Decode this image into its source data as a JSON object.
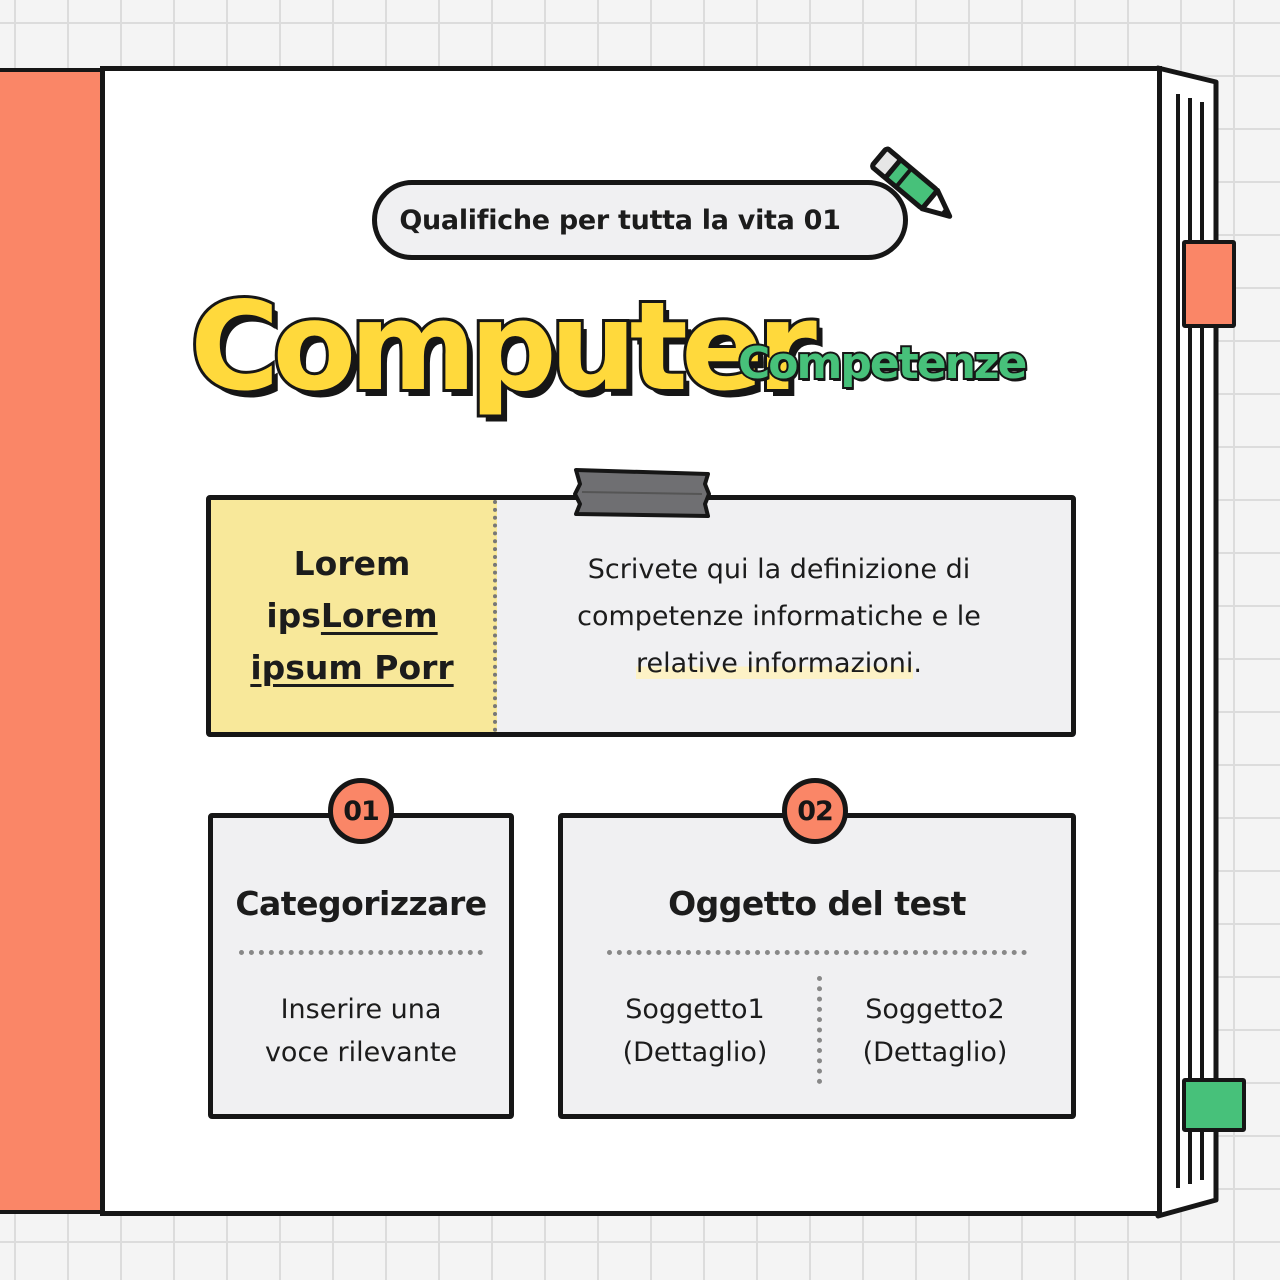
{
  "header": {
    "subtitle": "Qualifiche per tutta la vita 01",
    "title_main": "Computer",
    "title_sub": "Competenze"
  },
  "definition": {
    "term_line1": "Lorem",
    "term_line2_a": "ips",
    "term_line2_b": "Lorem",
    "term_line3": "ipsum Porr",
    "text_part1": "Scrivete qui la definizione di competenze informatiche e le ",
    "text_highlight": "relative informazioni",
    "text_part2": "."
  },
  "cards": [
    {
      "number": "01",
      "title": "Categorizzare",
      "body": "Inserire una voce rilevante"
    },
    {
      "number": "02",
      "title": "Oggetto del test",
      "subjects": [
        {
          "label": "Soggetto1",
          "detail": "(Dettaglio)"
        },
        {
          "label": "Soggetto2",
          "detail": "(Dettaglio)"
        }
      ]
    }
  ],
  "colors": {
    "spine": "#fa8667",
    "title_yellow": "#ffd93c",
    "title_green": "#47c17a",
    "definition_term_bg": "#f8e89a",
    "card_bg": "#f0f0f2",
    "tab_orange": "#fa8667",
    "tab_green": "#47c17a"
  },
  "icons": [
    "pencil-icon",
    "tape-strip"
  ]
}
